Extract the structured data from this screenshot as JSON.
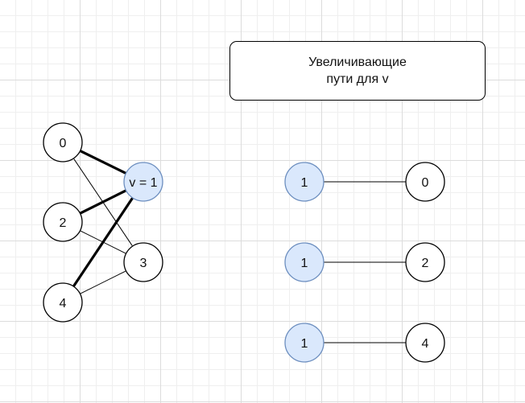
{
  "title": {
    "line1": "Увеличивающие",
    "line2": "пути для v"
  },
  "colors": {
    "highlight_fill": "#dae8fc",
    "highlight_stroke": "#6c8ebf",
    "node_fill": "#ffffff",
    "stroke": "#000000"
  },
  "graph": {
    "nodes": [
      {
        "id": "n0",
        "label": "0"
      },
      {
        "id": "n2",
        "label": "2"
      },
      {
        "id": "n4",
        "label": "4"
      },
      {
        "id": "nv",
        "label": "v = 1",
        "highlight": true
      },
      {
        "id": "n3",
        "label": "3"
      }
    ],
    "edges": [
      {
        "from": "n0",
        "to": "nv",
        "bold": true
      },
      {
        "from": "n0",
        "to": "n3",
        "bold": false
      },
      {
        "from": "n2",
        "to": "nv",
        "bold": true
      },
      {
        "from": "n2",
        "to": "n3",
        "bold": false
      },
      {
        "from": "n4",
        "to": "nv",
        "bold": true
      },
      {
        "from": "n4",
        "to": "n3",
        "bold": false
      }
    ]
  },
  "paths": [
    {
      "from": "1",
      "to": "0"
    },
    {
      "from": "1",
      "to": "2"
    },
    {
      "from": "1",
      "to": "4"
    }
  ]
}
